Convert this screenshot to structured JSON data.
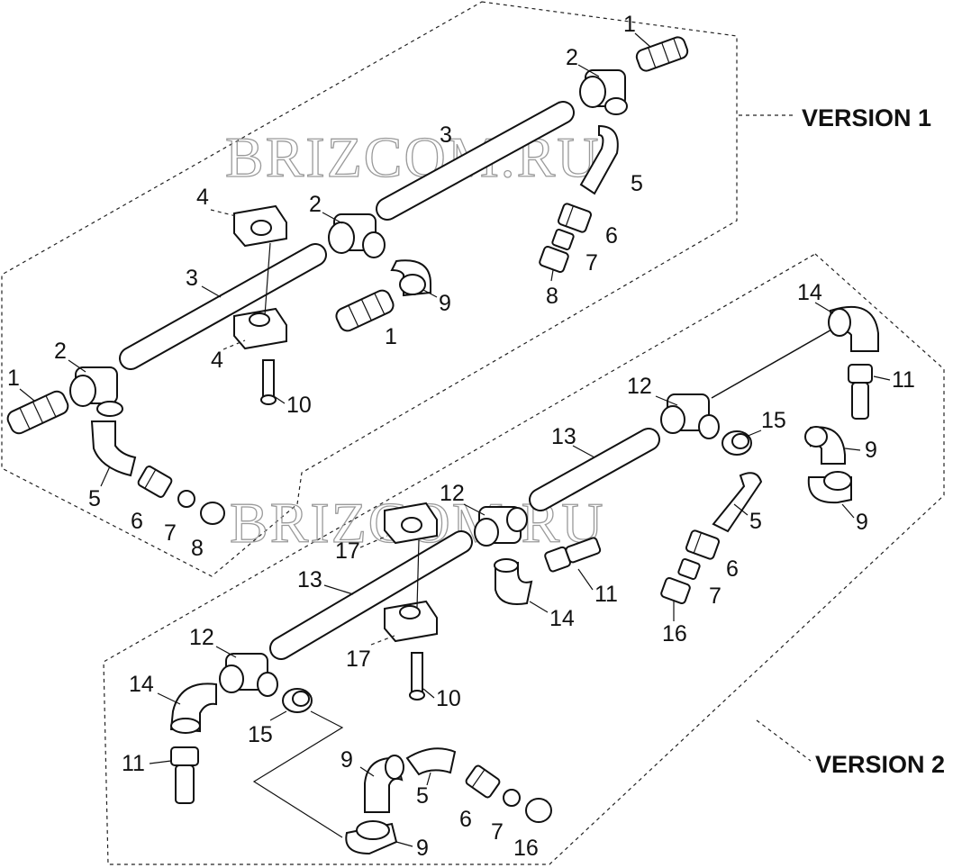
{
  "watermark": "BRIZCOM.RU",
  "version_labels": [
    "VERSION 1",
    "VERSION 2"
  ],
  "version1_callouts": {
    "c1a": "1",
    "c2a": "2",
    "c5a": "5",
    "c3a": "3",
    "c6a": "6",
    "c7a": "7",
    "c8a": "8",
    "c4a": "4",
    "c2b": "2",
    "c9a": "9",
    "c3b": "3",
    "c1b": "1",
    "c4b": "4",
    "c2c": "2",
    "c1c": "1",
    "c10a": "10",
    "c5b": "5",
    "c6b": "6",
    "c7b": "7",
    "c8b": "8"
  },
  "version2_callouts": {
    "c14a": "14",
    "c11a": "11",
    "c12a": "12",
    "c15a": "15",
    "c9a": "9",
    "c13a": "13",
    "c5a": "5",
    "c9b": "9",
    "c12b": "12",
    "c6a": "6",
    "c17a": "17",
    "c11b": "11",
    "c7a": "7",
    "c13b": "13",
    "c14b": "14",
    "c16a": "16",
    "c17b": "17",
    "c12c": "12",
    "c14c": "14",
    "c10a": "10",
    "c15b": "15",
    "c11c": "11",
    "c9c": "9",
    "c5b": "5",
    "c6b": "6",
    "c7b": "7",
    "c9d": "9",
    "c16b": "16"
  }
}
